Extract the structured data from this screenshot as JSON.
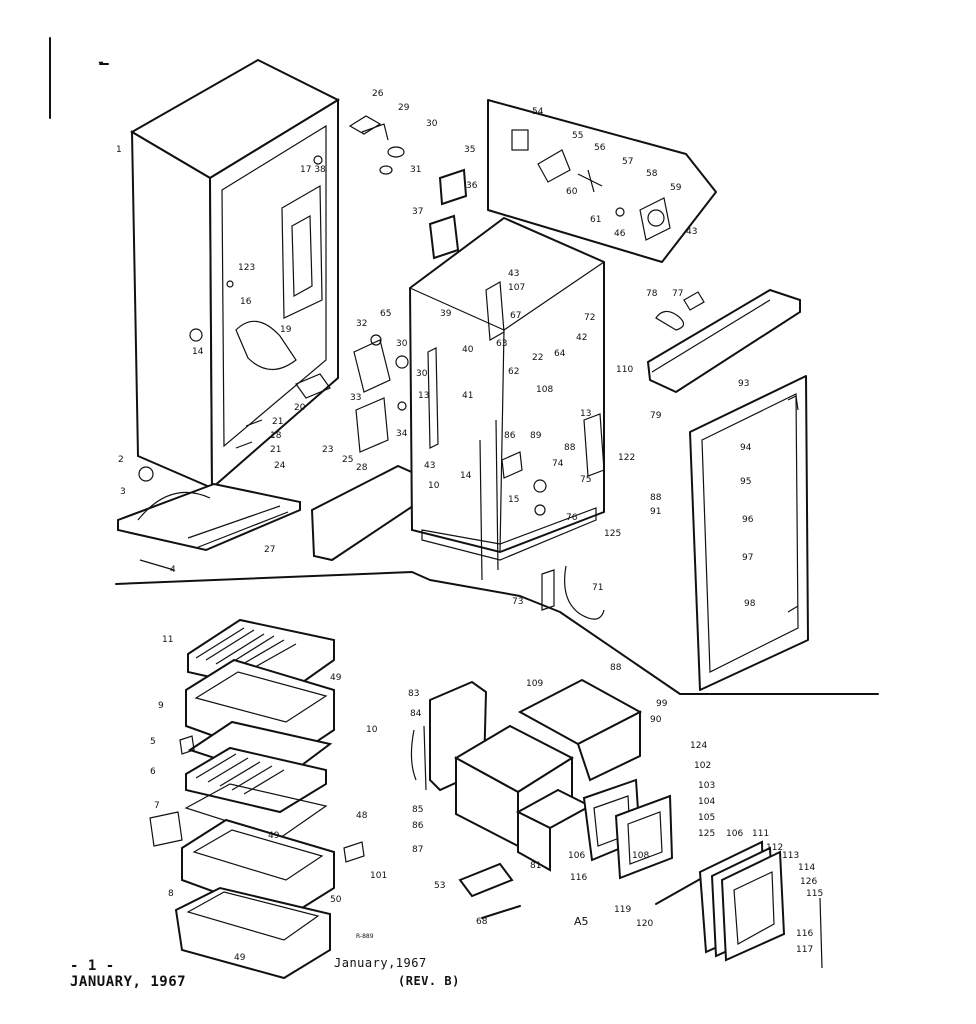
{
  "header_dash": "-",
  "labels": {
    "p1": "1",
    "p2": "2",
    "p3": "3",
    "p4": "4",
    "p26": "26",
    "p29": "29",
    "p30a": "30",
    "p31": "31",
    "p17_38": "17 38",
    "p35": "35",
    "p36": "36",
    "p37": "37",
    "p123": "123",
    "p16": "16",
    "p14a": "14",
    "p19": "19",
    "p32": "32",
    "p65": "65",
    "p30b": "30",
    "p33": "33",
    "p20": "20",
    "p21a": "21",
    "p21b": "21",
    "p18": "18",
    "p24": "24",
    "p23": "23",
    "p25": "25",
    "p28": "28",
    "p34": "34",
    "p13a": "13",
    "p27": "27",
    "p54": "54",
    "p55": "55",
    "p56": "56",
    "p57": "57",
    "p58": "58",
    "p59": "59",
    "p60": "60",
    "p61": "61",
    "p46": "46",
    "p43a": "43",
    "p43b": "43",
    "p107": "107",
    "p39": "39",
    "p67": "67",
    "p72": "72",
    "p42": "42",
    "p63": "63",
    "p22": "22",
    "p64": "64",
    "p40": "40",
    "p30c": "30",
    "p62": "62",
    "p108a": "108",
    "p41": "41",
    "p110": "110",
    "p78": "78",
    "p77": "77",
    "p93": "93",
    "p79": "79",
    "p13b": "13",
    "p122": "122",
    "p89": "89",
    "p86": "86",
    "p88a": "88",
    "p43c": "43",
    "p74": "74",
    "p14b": "14",
    "p15": "15",
    "p10": "10",
    "p75": "75",
    "p76": "76",
    "p88b": "88",
    "p91": "91",
    "p125a": "125",
    "p71": "71",
    "p73": "73",
    "p94": "94",
    "p95": "95",
    "p96": "96",
    "p97": "97",
    "p98": "98",
    "p11": "11",
    "p49a": "49",
    "p9": "9",
    "p10b": "10",
    "p5": "5",
    "p6": "6",
    "p7": "7",
    "p48": "48",
    "p49b": "49",
    "p101": "101",
    "p8": "8",
    "p50": "50",
    "p49c": "49",
    "pfm": "R-889",
    "p83": "83",
    "p84": "84",
    "p109": "109",
    "p85": "85",
    "p86b": "86",
    "p87": "87",
    "p88c": "88",
    "p99": "99",
    "p90": "90",
    "p124": "124",
    "p102": "102",
    "p103": "103",
    "p104": "104",
    "p105": "105",
    "p125b": "125",
    "p106a": "106",
    "p111": "111",
    "p112": "112",
    "p113": "113",
    "p114": "114",
    "p126": "126",
    "p115": "115",
    "p116": "116",
    "p117": "117",
    "p106b": "106",
    "p108b": "108",
    "p116b": "116",
    "p81": "81",
    "p53": "53",
    "p68": "68",
    "pA5": "A5",
    "p119": "119",
    "p120": "120"
  },
  "footer": {
    "page_number": "- 1 -",
    "date_left": "JANUARY, 1967",
    "date_right": "January,1967",
    "revision": "(REV. B)"
  }
}
